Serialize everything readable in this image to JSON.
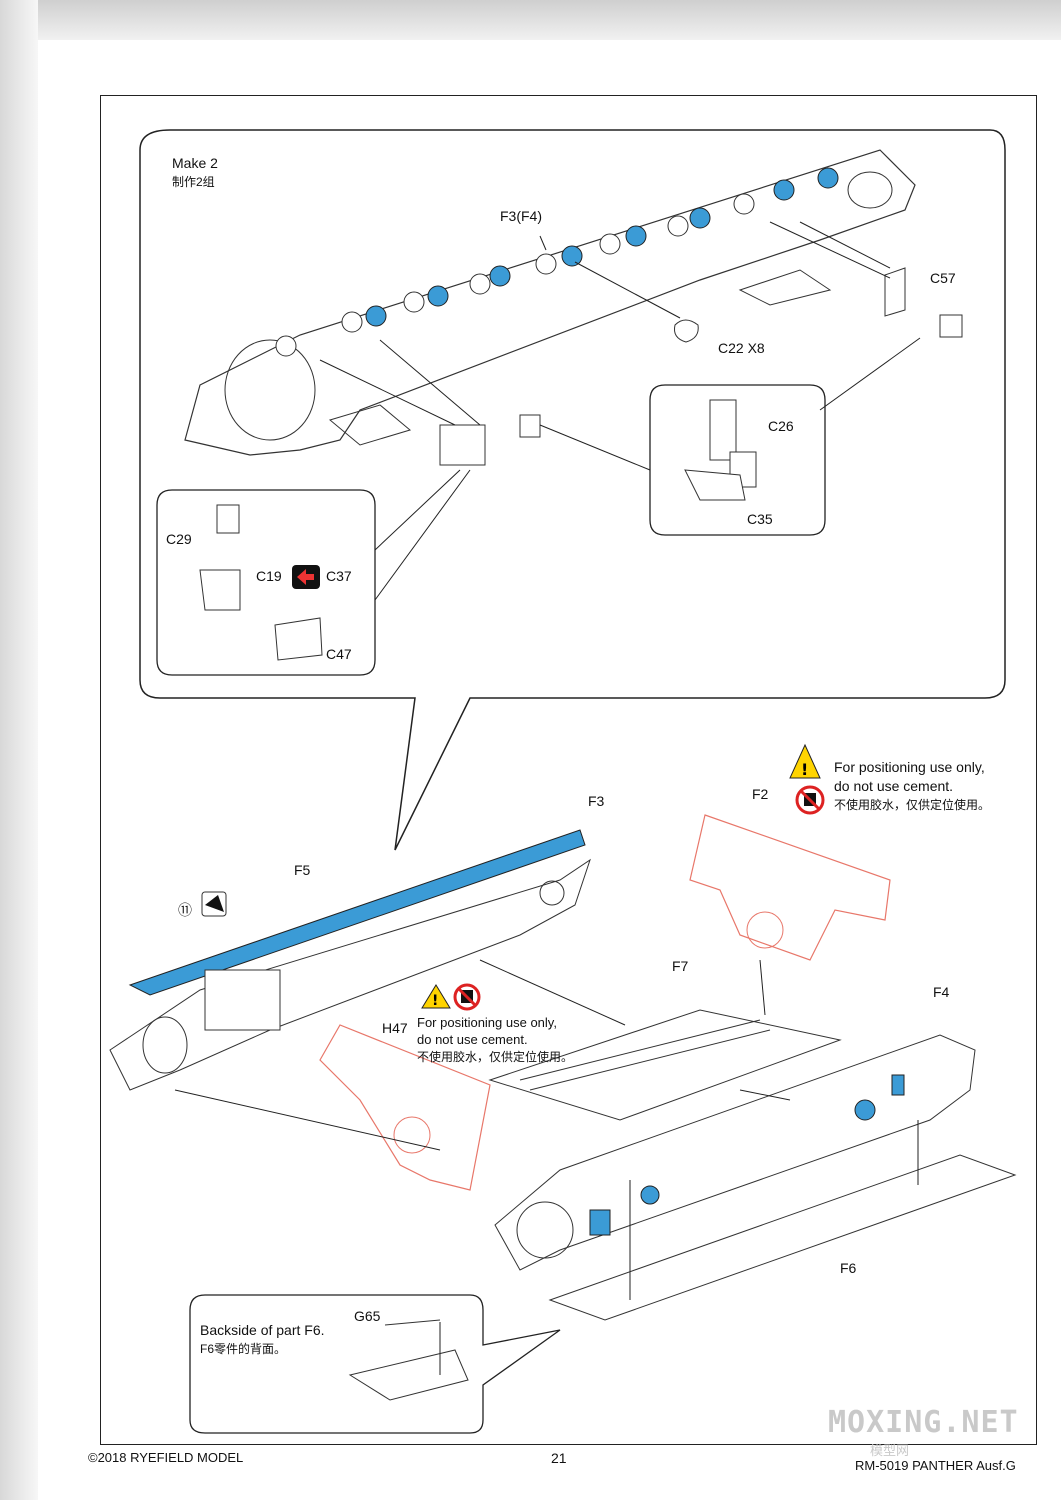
{
  "callout_make2": {
    "title": "Make 2",
    "title_cn": "制作2组"
  },
  "parts": {
    "f3f4": "F3(F4)",
    "c57": "C57",
    "c22": "C22  X8",
    "c26": "C26",
    "c35": "C35",
    "c29": "C29",
    "c19": "C19",
    "c37": "C37",
    "c47": "C47",
    "f3": "F3",
    "f2": "F2",
    "f5": "F5",
    "f7": "F7",
    "f4": "F4",
    "h47": "H47",
    "f6": "F6",
    "g65": "G65",
    "step11": "⑪"
  },
  "notes": {
    "positioning_top": {
      "line1": "For positioning use only,",
      "line2": "do not use cement.",
      "line3": "不使用胶水，仅供定位使用。"
    },
    "positioning_mid": {
      "line1": "For positioning use only,",
      "line2": "do not use cement.",
      "line3": "不使用胶水，仅供定位使用。"
    },
    "backside": {
      "line1": "Backside of part F6.",
      "line2": "F6零件的背面。"
    }
  },
  "footer": {
    "copyright": "©2018 RYEFIELD MODEL",
    "page_number": "21",
    "product": "RM-5019 PANTHER Ausf.G"
  },
  "watermark": {
    "text": "MOXING.NET",
    "sub": "模型网"
  },
  "colors": {
    "highlight_blue": "#3b9bd6",
    "guide_red": "#e8776a",
    "line": "#222222"
  }
}
